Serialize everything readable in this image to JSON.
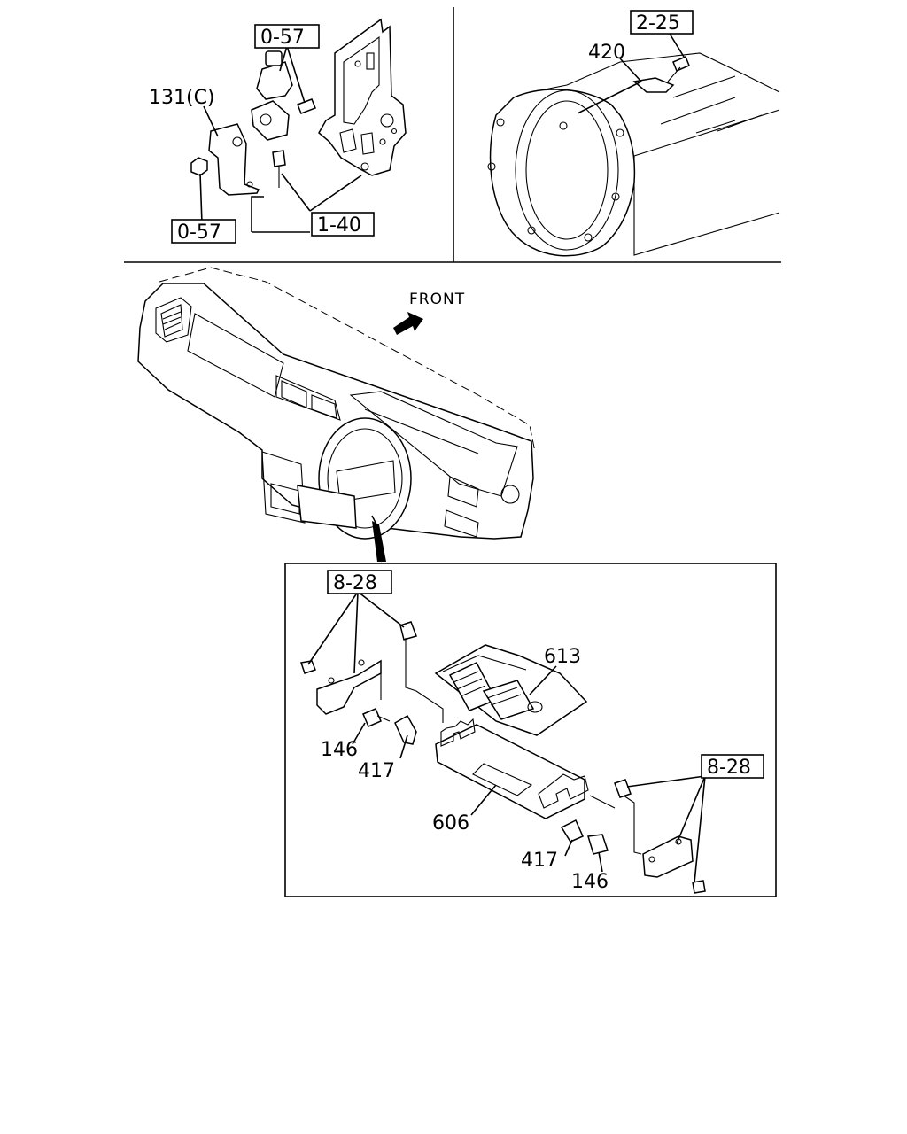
{
  "labels": {
    "ref_0_57_top": "0-57",
    "ref_131c": "131(C)",
    "ref_0_57_bottom": "0-57",
    "ref_1_40": "1-40",
    "ref_2_25": "2-25",
    "part_420": "420",
    "front": "FRONT",
    "ref_8_28_left": "8-28",
    "part_613": "613",
    "part_146_left": "146",
    "part_417_left": "417",
    "part_606": "606",
    "ref_8_28_right": "8-28",
    "part_417_right": "417",
    "part_146_right": "146"
  },
  "icons": [
    "front-arrow-icon",
    "bolt-icon",
    "nut-icon",
    "clip-icon"
  ]
}
